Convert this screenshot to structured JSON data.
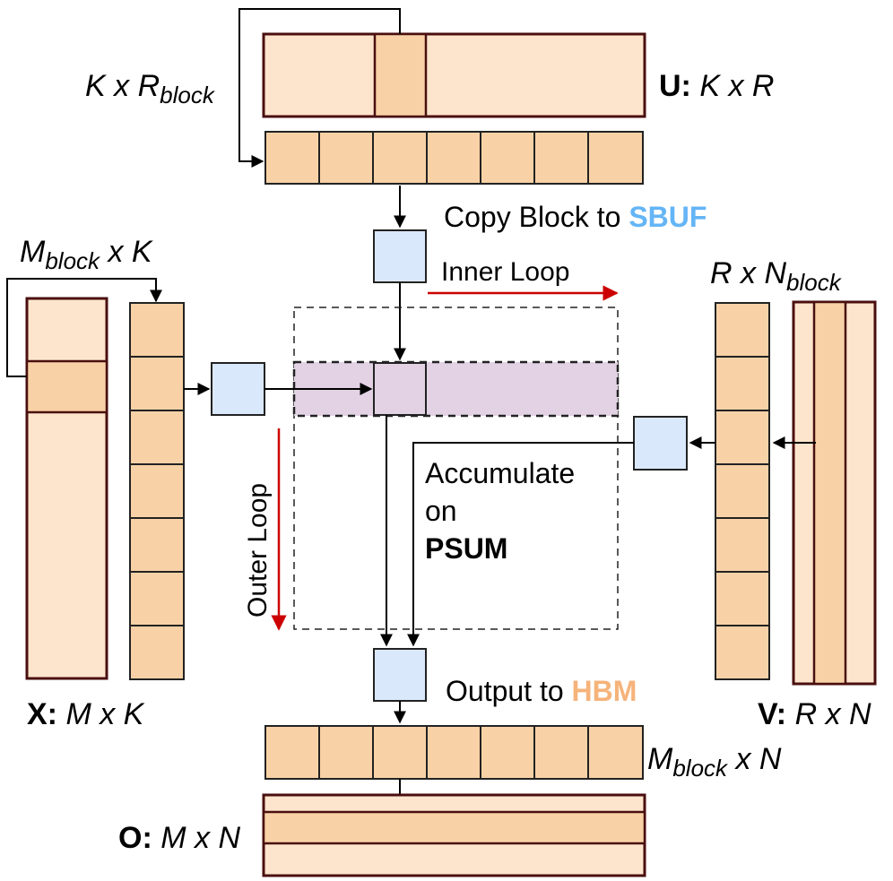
{
  "labels": {
    "u_block_var": "K x R",
    "u_block_sub": "block",
    "u_name": "U:",
    "u_dims": "K x R",
    "copy_text": "Copy Block to ",
    "copy_highlight": "SBUF",
    "x_block_m": "M",
    "x_block_sub": "block",
    "x_block_rest": " x K",
    "inner_loop": "Inner Loop",
    "v_block_var": "R x N",
    "v_block_sub": "block",
    "outer_loop": "Outer Loop",
    "accumulate_line1": "Accumulate",
    "accumulate_line2": "on",
    "accumulate_highlight": "PSUM",
    "output_text": "Output to ",
    "output_highlight": "HBM",
    "x_name": "X:",
    "x_dims": "M x K",
    "v_name": "V:",
    "v_dims": "R x N",
    "o_block_m": "M",
    "o_block_sub": "block",
    "o_block_rest": " x N",
    "o_name": "O:",
    "o_dims": "M x N"
  },
  "colors": {
    "matrix_fill": "#fde5cd",
    "block_fill": "#f8d2a6",
    "border": "#4a0f0f",
    "sbuf": "#dae8fb",
    "psum": "#e2d2e4",
    "sbuf_text": "#64b5f6",
    "psum_text": "#b27aaa",
    "hbm_text": "#f6b37a",
    "loop_red": "#cc0000"
  }
}
